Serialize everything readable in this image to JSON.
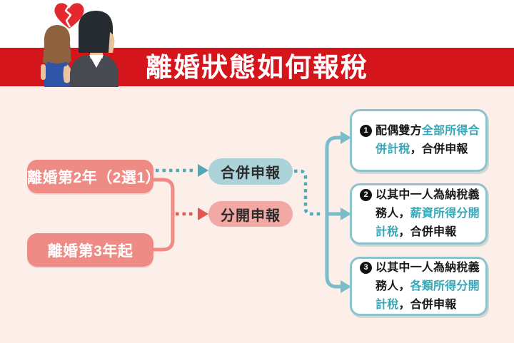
{
  "title": "離婚狀態如何報稅",
  "colors": {
    "banner_red": "#d4151c",
    "bg_pink": "#fcefe9",
    "node_salmon": "#ee8b84",
    "pill_blue": "#abd3d9",
    "pill_pink": "#f3a9a3",
    "card_border": "#8cc2cb",
    "accent_teal": "#35a7b7",
    "line_teal": "#79bdc8",
    "dot_teal": "#4fa9b4",
    "dot_red": "#e2574f",
    "heart_red": "#e5282d",
    "text_dark": "#1a1a1a"
  },
  "flow": {
    "left_nodes": [
      {
        "label": "離婚第2年（2選1）"
      },
      {
        "label": "離婚第3年起"
      }
    ],
    "middle_nodes": [
      {
        "label": "合併申報"
      },
      {
        "label": "分開申報"
      }
    ],
    "right_nodes": [
      {
        "number": "1",
        "segments": [
          {
            "text": "配偶雙方",
            "accent": false
          },
          {
            "text": "全部所得合併計稅",
            "accent": true
          },
          {
            "text": "，合併申報",
            "accent": false
          }
        ]
      },
      {
        "number": "2",
        "segments": [
          {
            "text": "以其中一人為納稅義務人，",
            "accent": false
          },
          {
            "text": "薪資所得分開計稅",
            "accent": true
          },
          {
            "text": "，合併申報",
            "accent": false
          }
        ]
      },
      {
        "number": "3",
        "segments": [
          {
            "text": "以其中一人為納稅義務人，",
            "accent": false
          },
          {
            "text": "各類所得分開計稅",
            "accent": true
          },
          {
            "text": "，合併申報",
            "accent": false
          }
        ]
      }
    ]
  }
}
